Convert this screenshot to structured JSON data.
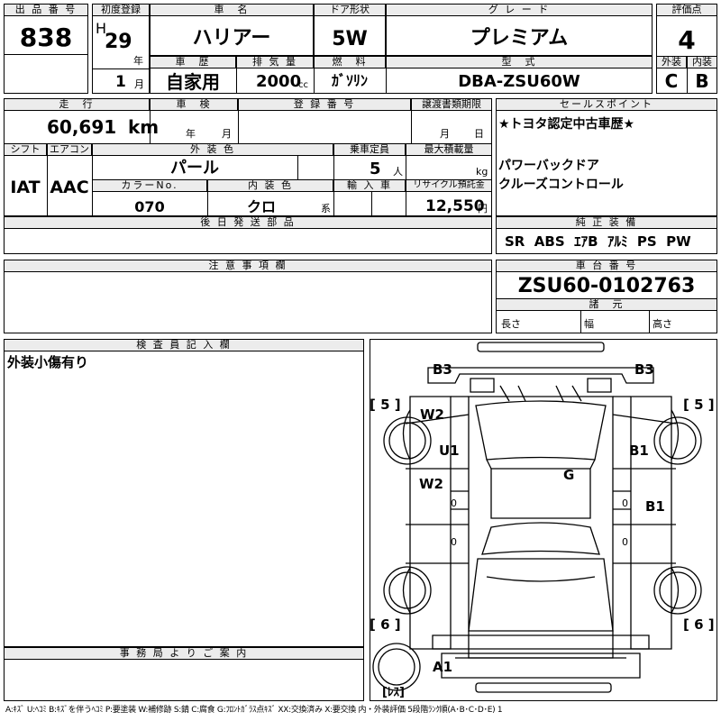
{
  "headers": {
    "lot_number": "出 品 番 号",
    "first_registration": "初度登録",
    "car_name": "車　名",
    "door_shape": "ドア形状",
    "grade": "グ レ ー ド",
    "score": "評価点",
    "history": "車　歴",
    "displacement": "排 気 量",
    "fuel": "燃　料",
    "model": "型　式",
    "exterior": "外装",
    "interior": "内装",
    "mileage": "走　行",
    "inspection": "車　検",
    "registration_no": "登 録 番 号",
    "transfer_deadline": "譲渡書類期限",
    "sales_point": "セールスポイント",
    "shift": "シフト",
    "aircon": "エアコン",
    "ext_color": "外 装 色",
    "capacity": "乗車定員",
    "max_load": "最大積載量",
    "color_no": "カラーNo.",
    "int_color": "内 装 色",
    "import": "輸 入 車",
    "recycle": "リサイクル預託金",
    "later_parts": "後 日 発 送 部 品",
    "genuine_equipment": "純 正 装 備",
    "notes": "注 意 事 項 欄",
    "chassis": "車 台 番 号",
    "dimensions": "諸　元",
    "inspector": "検 査 員 記 入 欄",
    "office": "事 務 局 よ り ご 案 内"
  },
  "values": {
    "lot_number": "838",
    "era": "H",
    "year": "29",
    "year_unit": "年",
    "month": "1",
    "month_unit": "月",
    "car_name": "ハリアー",
    "door": "5W",
    "grade": "プレミアム",
    "score": "4",
    "history": "自家用",
    "displacement": "2000",
    "displacement_unit": "cc",
    "fuel": "ｶﾞｿﾘﾝ",
    "model": "DBA-ZSU60W",
    "exterior_grade": "C",
    "interior_grade": "B",
    "mileage": "60,691",
    "mileage_unit": "km",
    "inspection_year_unit": "年",
    "inspection_month_unit": "月",
    "deadline_month_unit": "月",
    "deadline_day_unit": "日",
    "shift": "IAT",
    "aircon": "AAC",
    "ext_color": "パール",
    "capacity": "5",
    "capacity_unit": "人",
    "load_unit": "kg",
    "color_no": "070",
    "int_color": "クロ",
    "int_color_unit": "系",
    "recycle": "12,550",
    "recycle_unit": "円",
    "chassis": "ZSU60-0102763",
    "length": "長さ",
    "width": "幅",
    "height": "高さ",
    "inspector_note": "外装小傷有り"
  },
  "sales_points": [
    "★トヨタ認定中古車歴★",
    "",
    "パワーバックドア",
    "クルーズコントロール"
  ],
  "equipment": "SR  ABS  ｴｱB  ｱﾙﾐ  PS  PW",
  "diagram": {
    "b3_left": "B3",
    "b3_right": "B3",
    "tire_fl": "[ 5 ]",
    "tire_fr": "[ 5 ]",
    "tire_rl": "[ 6 ]",
    "tire_rr": "[ 6 ]",
    "w2_top": "W2",
    "u1": "U1",
    "b1_right": "B1",
    "g": "G",
    "w2_left": "W2",
    "b1_door": "B1",
    "a1": "A1",
    "spare": "[ﾚｽ]",
    "zero_a": "0",
    "zero_b": "0",
    "zero_c": "0",
    "zero_d": "0"
  },
  "legend": "A:ｷｽﾞ U:ﾍｺﾐ B:ｷｽﾞを伴うﾍｺﾐ P:要塗装 W:補修跡 S:錆 C:腐食 G:ﾌﾛﾝﾄｶﾞﾗｽ点ｷｽﾞ XX:交換済み X:要交換  内・外装評価 5段階ﾗﾝｸ順(A･B･C･D･E) 1"
}
